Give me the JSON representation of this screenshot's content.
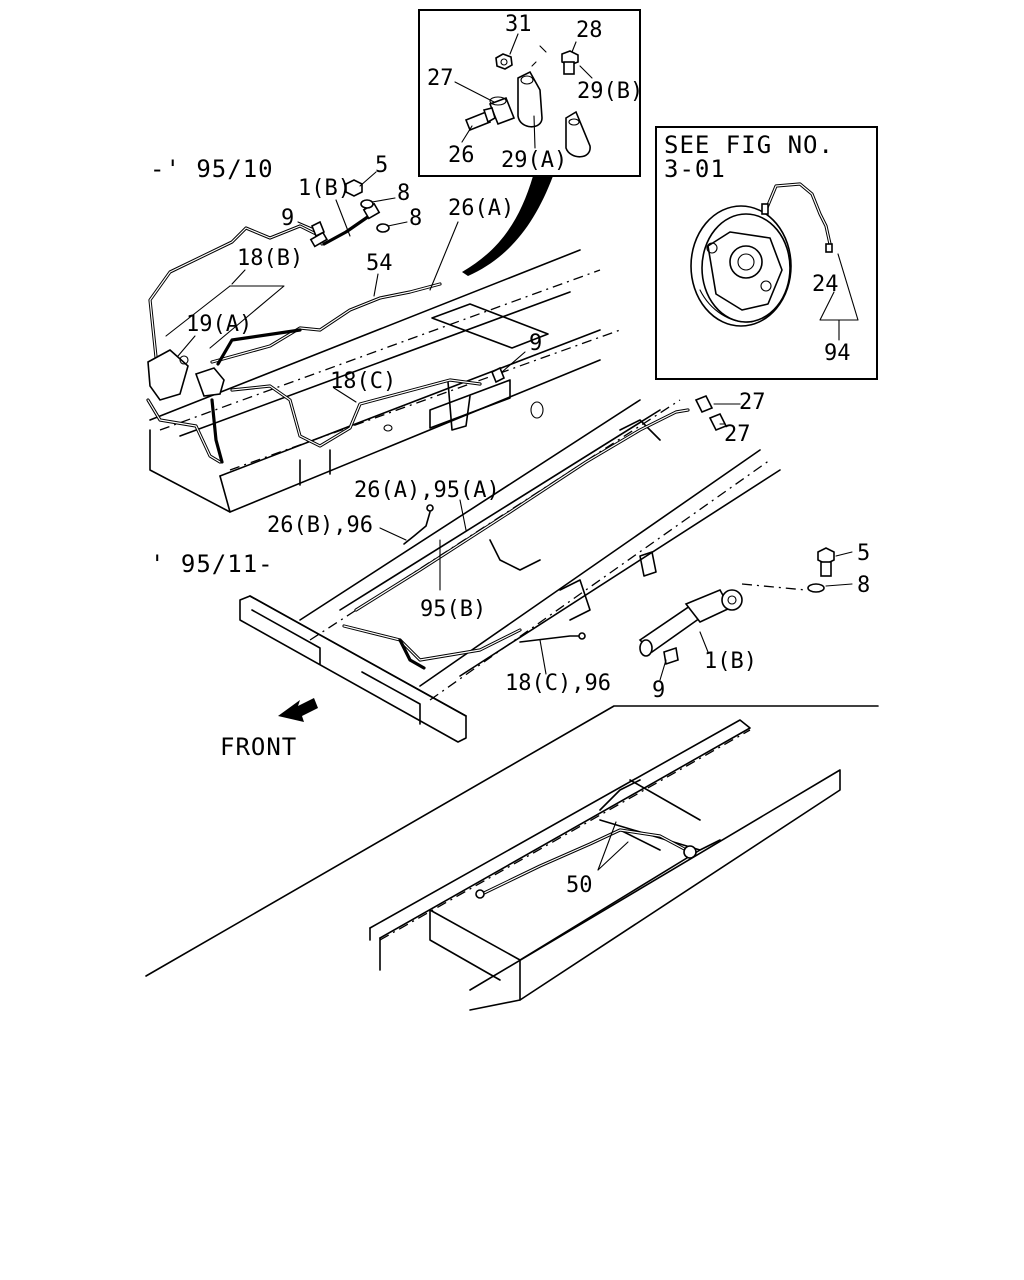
{
  "labels": {
    "l31": "31",
    "l28": "28",
    "l27_detail": "27",
    "l29b": "29(B)",
    "l26_detail": "26",
    "l29a": "29(A)",
    "l5_top": "5",
    "l1b_top": "1(B)",
    "l8_top1": "8",
    "l8_top2": "8",
    "l9_top": "9",
    "l26a_top": "26(A)",
    "l18b": "18(B)",
    "l54": "54",
    "l19a": "19(A)",
    "l9_mid": "9",
    "l18c": "18(C)",
    "l27_a": "27",
    "l27_b": "27",
    "l26a95a": "26(A),95(A)",
    "l26b96": "26(B),96",
    "l95b": "95(B)",
    "l5_right": "5",
    "l8_right": "8",
    "l1b_right": "1(B)",
    "l9_right": "9",
    "l18c96": "18(C),96",
    "l24": "24",
    "l94": "94",
    "l50": "50"
  },
  "see_fig": {
    "line1": "SEE FIG NO.",
    "line2": "3-01"
  },
  "periods": {
    "before": "-' 95/10",
    "after": "' 95/11-"
  },
  "front_label": "FRONT"
}
